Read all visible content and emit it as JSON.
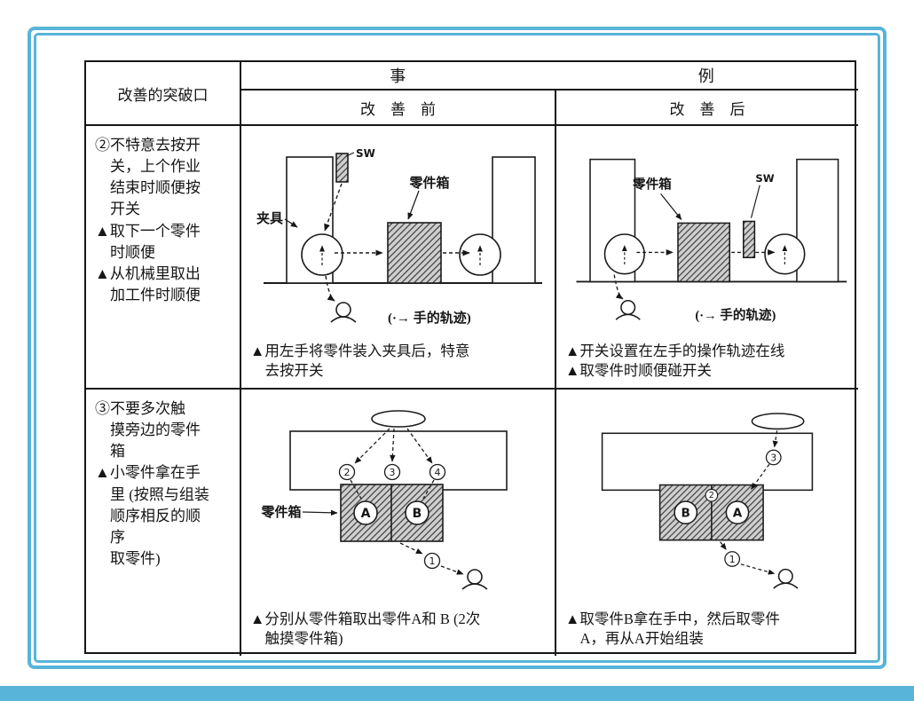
{
  "colors": {
    "frame_blue": "#58b4d8",
    "table_ink": "#161616"
  },
  "header": {
    "corner": "改善的突破口",
    "case_left": "事",
    "case_right": "例",
    "before": "改　善　前",
    "after": "改　善　后"
  },
  "row2": {
    "breakthrough": "②不特意去按开\n　关，上个作业\n　结束时顺便按\n　开关\n▲取下一个零件\n　时顺便\n▲从机械里取出\n　加工件时顺便",
    "before_caption": "▲用左手将零件装入夹具后，特意\n　去按开关",
    "after_caption": "▲开关设置在左手的操作轨迹在线\n▲取零件时顺便碰开关"
  },
  "row3": {
    "breakthrough": "③不要多次触\n　摸旁边的零件\n　箱\n▲小零件拿在手\n　里 (按照与组装\n　顺序相反的顺\n　序\n　取零件)",
    "before_caption": "▲分别从零件箱取出零件A和 B (2次\n　触摸零件箱)",
    "after_caption": "▲取零件B拿在手中，然后取零件\n　A，再从A开始组装"
  },
  "d1": {
    "sw": "SW",
    "box": "零件箱",
    "jig": "夹具",
    "hand_path": "(·→ 手的轨迹)"
  },
  "d2": {
    "sw": "SW",
    "box": "零件箱",
    "hand_path": "(·→ 手的轨迹)"
  },
  "d3": {
    "box": "零件箱",
    "a": "A",
    "b": "B",
    "n1": "1",
    "n2": "2",
    "n3": "3",
    "n4": "4"
  },
  "d4": {
    "a": "A",
    "b": "B",
    "n1": "1",
    "n2": "2",
    "n3": "3"
  }
}
